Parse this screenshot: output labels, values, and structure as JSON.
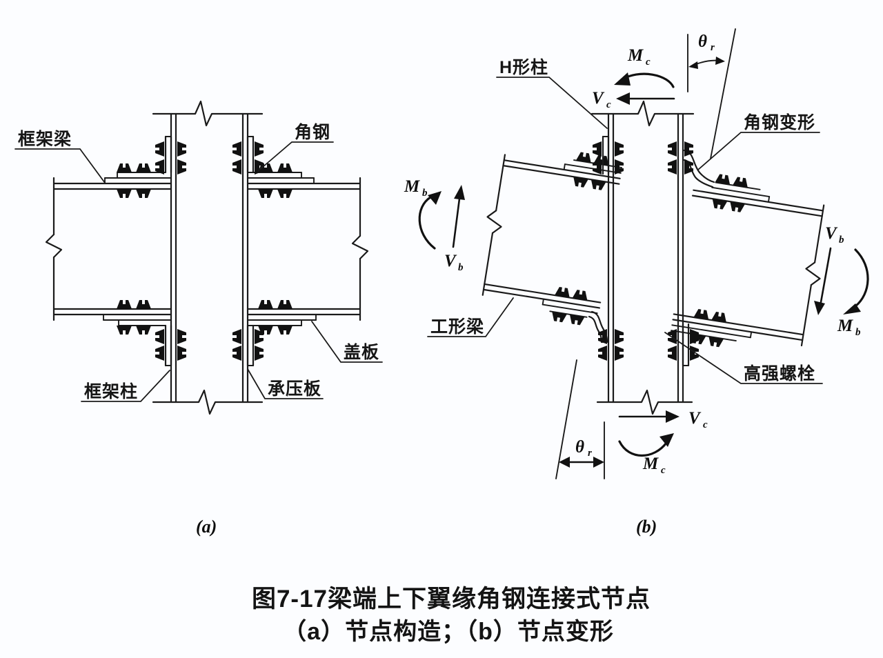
{
  "page": {
    "background": "#fcfdff",
    "ink": "#1a1a1a"
  },
  "figure": {
    "caption_line1": "图7-17梁端上下翼缘角钢连接式节点",
    "caption_line2": "（a）节点构造；（b）节点变形"
  },
  "diagram_a": {
    "tag": "(a)",
    "labels": {
      "frame_beam": "框架梁",
      "angle_steel": "角钢",
      "cover_plate": "盖板",
      "frame_column": "框架柱",
      "bearing_plate": "承压板"
    }
  },
  "diagram_b": {
    "tag": "(b)",
    "labels": {
      "h_column": "H形柱",
      "angle_deformation": "角钢变形",
      "i_beam": "工形梁",
      "high_strength_bolt": "高强螺栓"
    },
    "symbols": {
      "Mc": {
        "base": "M",
        "sub": "c"
      },
      "Vc": {
        "base": "V",
        "sub": "c"
      },
      "Mb": {
        "base": "M",
        "sub": "b"
      },
      "Vb": {
        "base": "V",
        "sub": "b"
      },
      "theta": {
        "base": "θ",
        "sub": "r"
      }
    }
  }
}
